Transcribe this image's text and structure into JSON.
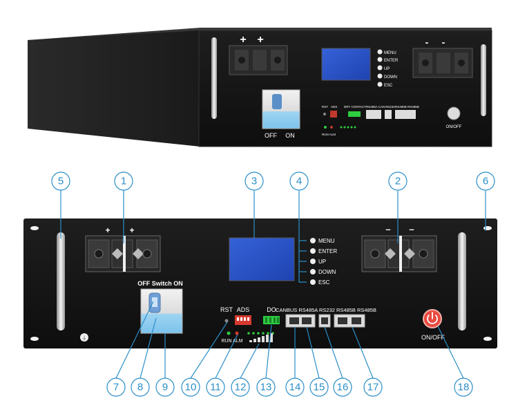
{
  "top_unit": {
    "terminals_left": [
      "+",
      "+"
    ],
    "terminals_right": [
      "-",
      "-"
    ],
    "menu_buttons": [
      "MENU",
      "ENTER",
      "UP",
      "DOWN",
      "ESC"
    ],
    "breaker": {
      "off": "OFF",
      "on": "ON"
    },
    "port_labels": [
      "RST",
      "ADS",
      "DRY CONTACT",
      "RS485A CAN",
      "RS232",
      "RS485B RS485B"
    ],
    "led_labels": "RUN ALM",
    "power_label": "ON/OFF"
  },
  "front_panel": {
    "terminals_left": [
      "+",
      "+"
    ],
    "terminals_right": [
      "–",
      "–"
    ],
    "menu_buttons": [
      "MENU",
      "ENTER",
      "UP",
      "DOWN",
      "ESC"
    ],
    "switch_label": "OFF Switch ON",
    "rst": "RST",
    "ads": "ADS",
    "do": "DO",
    "ports": "CANBUS RS485A RS232 RS485B RS485B",
    "run_alm": "RUN ALM",
    "power_label": "ON/OFF"
  },
  "callouts": [
    "1",
    "2",
    "3",
    "4",
    "5",
    "6",
    "7",
    "8",
    "9",
    "10",
    "11",
    "12",
    "13",
    "14",
    "15",
    "16",
    "17",
    "18"
  ],
  "colors": {
    "callout": "#2a8ec7",
    "panel": "#141414",
    "lcd": "#2d56c8",
    "power": "#e84a3f",
    "led": "#2ecc40"
  }
}
